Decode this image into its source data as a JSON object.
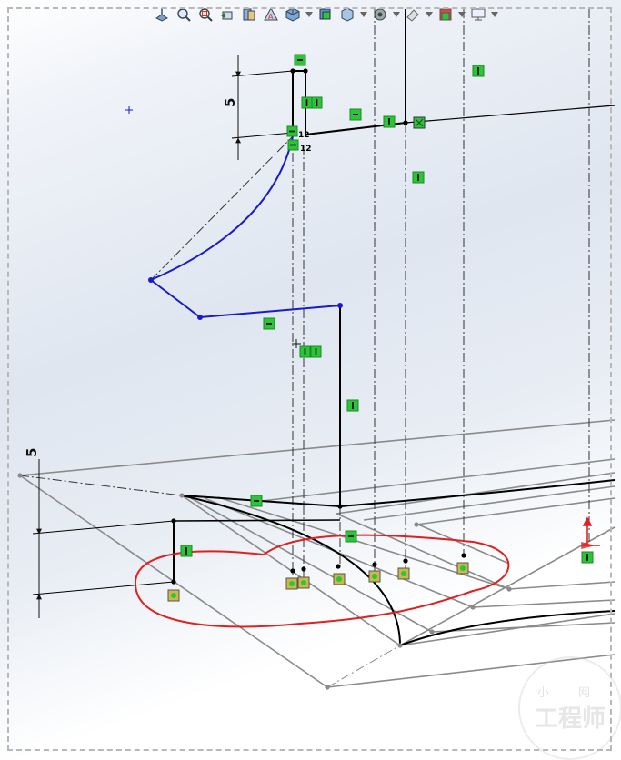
{
  "toolbar": {
    "buttons": [
      {
        "icon": "normal-to-icon"
      },
      {
        "icon": "zoom-to-fit-icon"
      },
      {
        "icon": "zoom-area-icon"
      },
      {
        "icon": "previous-view-icon"
      },
      {
        "icon": "section-view-icon"
      },
      {
        "icon": "dynamic-annotation-icon"
      },
      {
        "icon": "view-orientation-icon"
      },
      {
        "icon": "display-style-icon"
      },
      {
        "icon": "hide-show-items-icon"
      },
      {
        "icon": "edit-appearance-icon"
      },
      {
        "icon": "apply-scene-icon"
      },
      {
        "icon": "view-settings-icon"
      },
      {
        "icon": "display-monitor-icon"
      }
    ]
  },
  "dimensions": {
    "top_vertical": "5",
    "bottom_vertical": "5"
  },
  "sketch_labels": {
    "coincident_a": "12",
    "coincident_b": "12"
  },
  "watermark": {
    "top": "小 网",
    "main": "工程师"
  },
  "colors": {
    "active_sketch": "#1a1acc",
    "annotation_cloud": "#e02020",
    "relation_badge": "#2ec43a",
    "fixed_badge": "#c9b84a",
    "geometry": "#000000",
    "construction": "#808080",
    "origin": "#e02020"
  }
}
